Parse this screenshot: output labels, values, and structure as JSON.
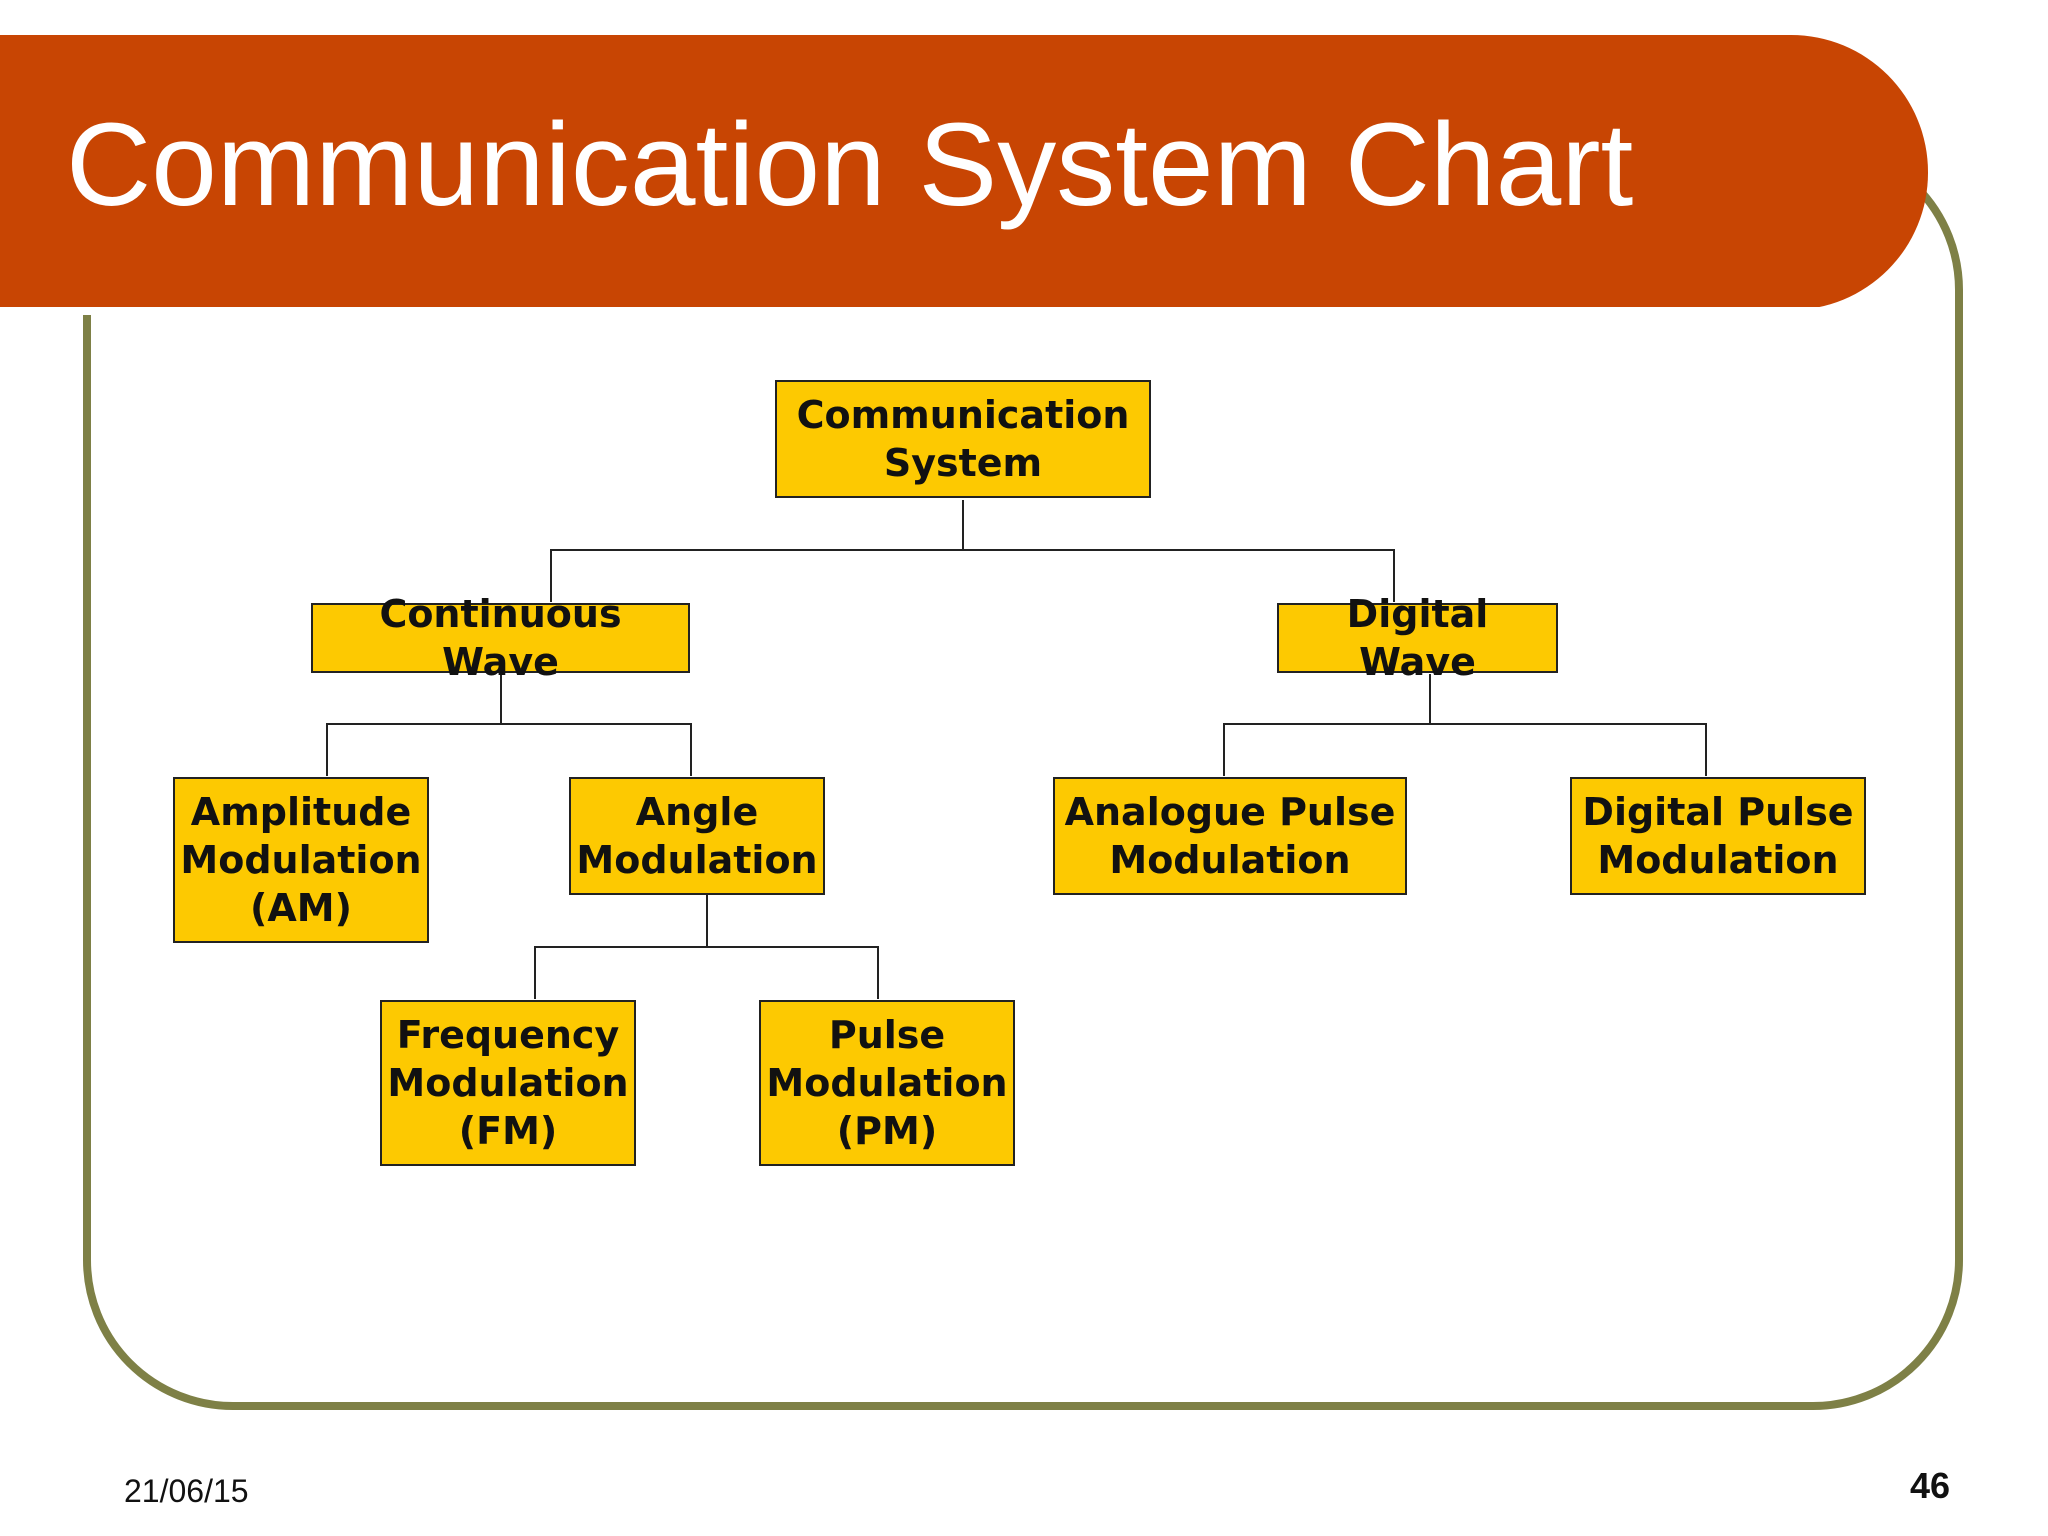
{
  "slide": {
    "title": "Communication System Chart",
    "date": "21/06/15",
    "page_number": "46"
  },
  "colors": {
    "banner": "#c84503",
    "frame": "#7e8046",
    "node_fill": "#fdc901",
    "node_border": "#222222"
  },
  "chart": {
    "nodes": {
      "root": "Communication\nSystem",
      "continuous_wave": "Continuous Wave",
      "digital_wave": "Digital Wave",
      "amplitude_modulation": "Amplitude\nModulation\n(AM)",
      "angle_modulation": "Angle\nModulation",
      "analogue_pulse_modulation": "Analogue Pulse\nModulation",
      "digital_pulse_modulation": "Digital Pulse\nModulation",
      "frequency_modulation": "Frequency\nModulation\n(FM)",
      "pulse_modulation": "Pulse\nModulation\n(PM)"
    }
  }
}
